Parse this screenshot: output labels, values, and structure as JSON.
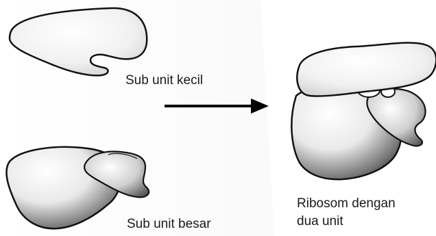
{
  "labels": {
    "small_subunit": "Sub unit kecil",
    "large_subunit": "Sub unit besar",
    "ribosome_line1": "Ribosom dengan",
    "ribosome_line2": "dua unit"
  },
  "colors": {
    "outline": "#111111",
    "shade_dark": "#3a3a3a",
    "shade_light": "#f4f4f4",
    "arrow": "#000000"
  }
}
